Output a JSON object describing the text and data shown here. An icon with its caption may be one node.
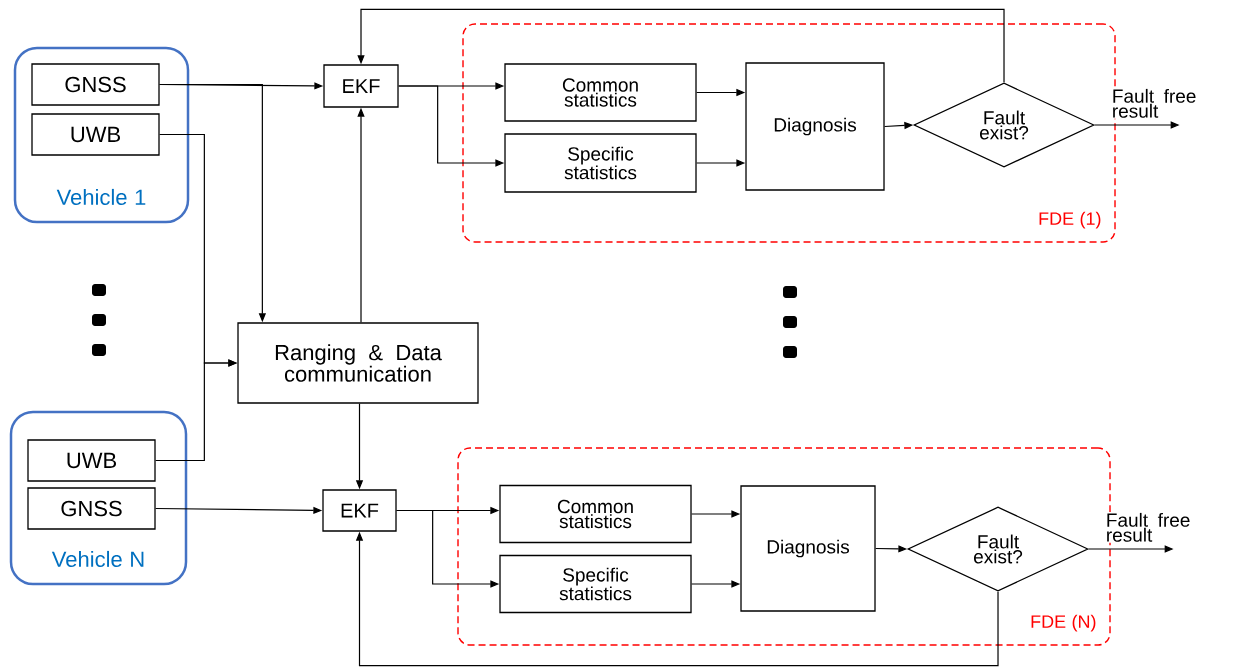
{
  "diagram": {
    "nodes": [
      {
        "text": [
          "Vehicle 1"
        ]
      },
      {
        "text": [
          "GNSS"
        ],
        "in": 0
      },
      {
        "text": [
          "UWB"
        ],
        "in": 0
      },
      {
        "text": [
          "Vehicle N"
        ]
      },
      {
        "text": [
          "UWB"
        ],
        "in": 3
      },
      {
        "text": [
          "GNSS"
        ],
        "in": 3
      },
      {
        "text": [
          "Ranging & Data communication"
        ]
      },
      {
        "text": [
          "EKF"
        ]
      },
      {
        "text": [
          "FDE (1)"
        ]
      },
      {
        "text": [
          "Common statistics"
        ],
        "in": 8
      },
      {
        "text": [
          "Specific statistics"
        ],
        "in": 8
      },
      {
        "text": [
          "Diagnosis"
        ],
        "in": 8
      },
      {
        "text": [
          "Fault exist?"
        ],
        "in": 8
      },
      {
        "text": [
          "EKF"
        ]
      },
      {
        "text": [
          "FDE (N)"
        ]
      },
      {
        "text": [
          "Common statistics"
        ],
        "in": 14
      },
      {
        "text": [
          "Specific statistics"
        ],
        "in": 14
      },
      {
        "text": [
          "Diagnosis"
        ],
        "in": 14
      },
      {
        "text": [
          "Fault exist?"
        ],
        "in": 14
      }
    ],
    "edges": [
      {
        "from": 1,
        "to": 7,
        "arrow": "to"
      },
      {
        "from": 1,
        "to": 6,
        "arrow": "to"
      },
      {
        "from": 2,
        "to": 6,
        "arrow": "to"
      },
      {
        "from": 4,
        "to": 6,
        "arrow": "to"
      },
      {
        "from": 6,
        "to": 7,
        "arrow": "to"
      },
      {
        "from": 6,
        "to": 13,
        "arrow": "to"
      },
      {
        "from": 5,
        "to": 13,
        "arrow": "to"
      },
      {
        "from": 7,
        "to": 9,
        "arrow": "to"
      },
      {
        "from": 7,
        "to": 10,
        "arrow": "to"
      },
      {
        "from": 9,
        "to": 11,
        "arrow": "to"
      },
      {
        "from": 10,
        "to": 11,
        "arrow": "to"
      },
      {
        "from": 11,
        "to": 12,
        "arrow": "to"
      },
      {
        "from": 12,
        "to": 7,
        "arrow": "to"
      },
      {
        "from": 12,
        "to": null,
        "arrow": "to",
        "label": "Fault free result"
      },
      {
        "from": 13,
        "to": 15,
        "arrow": "to"
      },
      {
        "from": 13,
        "to": 16,
        "arrow": "to"
      },
      {
        "from": 15,
        "to": 17,
        "arrow": "to"
      },
      {
        "from": 16,
        "to": 17,
        "arrow": "to"
      },
      {
        "from": 17,
        "to": 18,
        "arrow": "to"
      },
      {
        "from": 18,
        "to": 13,
        "arrow": "to"
      },
      {
        "from": 18,
        "to": null,
        "arrow": "to",
        "label": "Fault free result"
      }
    ]
  }
}
